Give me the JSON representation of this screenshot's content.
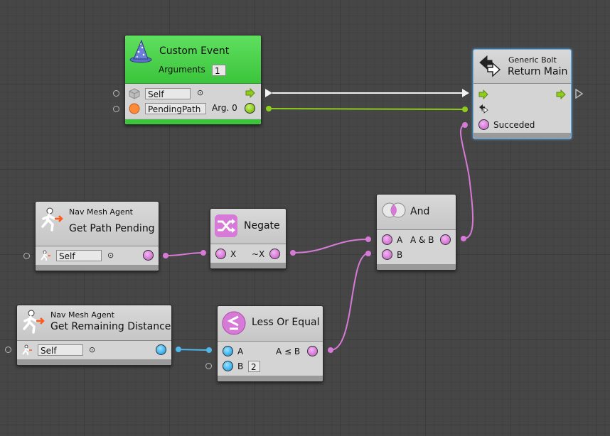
{
  "custom_event": {
    "title": "Custom Event",
    "arguments_label": "Arguments",
    "arguments_value": "1",
    "target_value": "Self",
    "arg_value": "PendingPath",
    "arg_label": "Arg. 0",
    "color_header": "#4fd24f"
  },
  "return_main": {
    "kind": "Generic Bolt",
    "title": "Return Main",
    "port_label": "Succeded"
  },
  "path_pending": {
    "kind": "Nav Mesh Agent",
    "title": "Get Path Pending",
    "target_value": "Self"
  },
  "negate": {
    "title": "Negate",
    "in_label": "X",
    "out_label": "~X"
  },
  "and_node": {
    "title": "And",
    "in_a": "A",
    "in_b": "B",
    "out_label": "A & B"
  },
  "remaining": {
    "kind": "Nav Mesh Agent",
    "title": "Get Remaining Distance",
    "target_value": "Self"
  },
  "less_equal": {
    "title": "Less Or Equal",
    "in_a": "A",
    "in_b": "B",
    "b_value": "2",
    "out_label": "A ≤ B"
  },
  "colors": {
    "control_flow": "#f2f2f2",
    "bool_wire": "#d77ad7",
    "float_wire": "#4fb6ea",
    "event_arg_wire": "#8fcc1e"
  }
}
